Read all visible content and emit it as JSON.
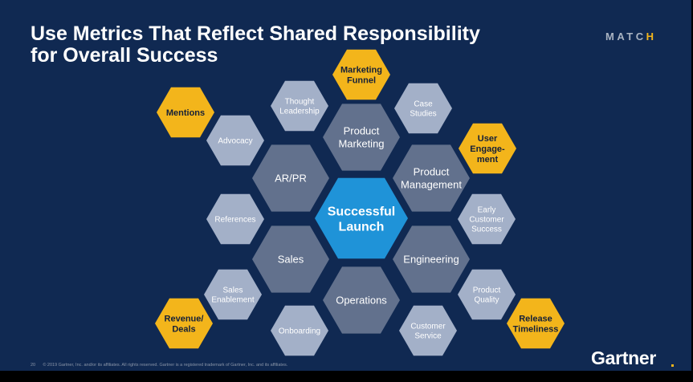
{
  "slide": {
    "title": "Use Metrics That Reflect Shared Responsibility\nfor Overall Success",
    "brand": {
      "prefix": "MATC",
      "accent": "H"
    },
    "page_number": "20",
    "footer_copyright": "© 2019 Gartner, Inc. and/or its affiliates. All rights reserved. Gartner is a registered trademark of Gartner, Inc. and its affiliates.",
    "logo": "Gartner"
  },
  "colors": {
    "background": "#102952",
    "center": "#1f93d8",
    "core": "#62718d",
    "outer": "#a3b0c8",
    "metric": "#f3b51b",
    "metric_text": "#152038"
  },
  "diagram": {
    "center": {
      "label": [
        "Successful",
        "Launch"
      ]
    },
    "core": [
      {
        "id": "product-marketing",
        "label": [
          "Product",
          "Marketing"
        ]
      },
      {
        "id": "product-management",
        "label": [
          "Product",
          "Management"
        ]
      },
      {
        "id": "engineering",
        "label": [
          "Engineering"
        ]
      },
      {
        "id": "operations",
        "label": [
          "Operations"
        ]
      },
      {
        "id": "sales",
        "label": [
          "Sales"
        ]
      },
      {
        "id": "ar-pr",
        "label": [
          "AR/PR"
        ]
      }
    ],
    "outer": [
      {
        "id": "thought-leadership",
        "label": [
          "Thought",
          "Leadership"
        ]
      },
      {
        "id": "case-studies",
        "label": [
          "Case",
          "Studies"
        ]
      },
      {
        "id": "advocacy",
        "label": [
          "Advocacy"
        ]
      },
      {
        "id": "early-customer-success",
        "label": [
          "Early",
          "Customer",
          "Success"
        ]
      },
      {
        "id": "references",
        "label": [
          "References"
        ]
      },
      {
        "id": "product-quality",
        "label": [
          "Product",
          "Quality"
        ]
      },
      {
        "id": "sales-enablement",
        "label": [
          "Sales",
          "Enablement"
        ]
      },
      {
        "id": "customer-service",
        "label": [
          "Customer",
          "Service"
        ]
      },
      {
        "id": "onboarding",
        "label": [
          "Onboarding"
        ]
      }
    ],
    "metrics": [
      {
        "id": "marketing-funnel",
        "label": [
          "Marketing",
          "Funnel"
        ]
      },
      {
        "id": "mentions",
        "label": [
          "Mentions"
        ]
      },
      {
        "id": "user-engagement",
        "label": [
          "User",
          "Engage-",
          "ment"
        ]
      },
      {
        "id": "revenue-deals",
        "label": [
          "Revenue/",
          "Deals"
        ]
      },
      {
        "id": "release-timeliness",
        "label": [
          "Release",
          "Timeliness"
        ]
      }
    ]
  }
}
